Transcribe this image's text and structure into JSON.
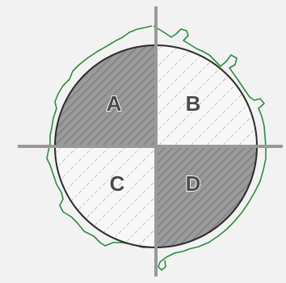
{
  "quadrants": [
    {
      "label": "A",
      "pattern": "dense-hatch",
      "fill": "#9a9a9a"
    },
    {
      "label": "B",
      "pattern": "light-dashed",
      "fill": "#f7f7f7"
    },
    {
      "label": "C",
      "pattern": "light-dashed",
      "fill": "#f7f7f7"
    },
    {
      "label": "D",
      "pattern": "dense-hatch",
      "fill": "#9a9a9a"
    }
  ],
  "colors": {
    "background": "#f2f2f2",
    "outline": "#2e8b3e",
    "axis": "#999999",
    "circle_edge": "#2b2b2b"
  }
}
